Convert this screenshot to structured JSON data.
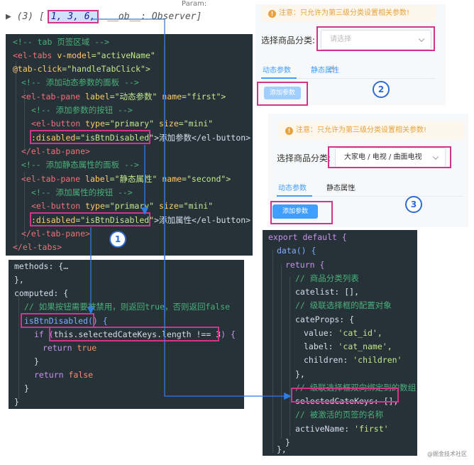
{
  "console": {
    "line": "▶ (3) [1, 3, 6, __ob__: Observer]",
    "partial_label": "Param:",
    "prefix": "▶ (3) [",
    "highlight": "1, 3, 6,",
    "suffix": " __ob__: Observer]"
  },
  "template_code": {
    "l1": "<!-- tab 页签区域 -->",
    "l2a": "<el-tabs ",
    "l2b": "v-model",
    "l2c": "=\"activeName\"",
    "l3a": "@tab-click",
    "l3b": "=\"handleTabClick\">",
    "l4": "<!-- 添加动态参数的面板 -->",
    "l5a": "<el-tab-pane ",
    "l5b": "label",
    "l5c": "=\"动态参数\" ",
    "l5d": "name",
    "l5e": "=\"first\">",
    "l6": "<!-- 添加参数的按钮 -->",
    "l7a": "<el-button ",
    "l7b": "type",
    "l7c": "=\"primary\" ",
    "l7d": "size",
    "l7e": "=\"mini\"",
    "l8a": ":disabled",
    "l8b": "=\"isBtnDisabled\"",
    "l8c": ">添加参数</el-button>",
    "l9": "</el-tab-pane>",
    "l10": "<!-- 添加静态属性的面板 -->",
    "l11a": "<el-tab-pane ",
    "l11b": "label",
    "l11c": "=\"静态属性\" ",
    "l11d": "name",
    "l11e": "=\"second\">",
    "l12": "<!-- 添加属性的按钮 -->",
    "l13a": "<el-button ",
    "l13b": "type",
    "l13c": "=\"primary\" ",
    "l13d": "size",
    "l13e": "=\"mini\"",
    "l14a": ":disabled",
    "l14b": "=\"isBtnDisabled\"",
    "l14c": ">添加属性</el-button>",
    "l15": "</el-tab-pane>",
    "l16": "</el-tabs>"
  },
  "computed_code": {
    "l1": "methods: {…",
    "l2": "},",
    "l3": "computed: {",
    "l4": "// 如果按钮需要被禁用，则返回true，否则返回false",
    "l5": "isBtnDisabled() {",
    "l6a": "if (",
    "l6b": "this.selectedCateKeys.length !== 3",
    "l6c": ") {",
    "l7a": "return ",
    "l7b": "true",
    "l8": "}",
    "l9a": "return ",
    "l9b": "false",
    "l10": "}",
    "l11": "}"
  },
  "data_code": {
    "l1": "export default {",
    "l2": "data() {",
    "l3": "return {",
    "l4": "// 商品分类列表",
    "l5": "catelist: [],",
    "l6": "// 级联选择框的配置对象",
    "l7": "cateProps: {",
    "l8a": "value: ",
    "l8b": "'cat_id',",
    "l9a": "label: ",
    "l9b": "'cat_name',",
    "l10a": "children: ",
    "l10b": "'children'",
    "l11": "},",
    "l12": "// 级联选择框双向绑定到的数组",
    "l13": "selectedCateKeys: [],",
    "l14": "// 被激活的页签的名称",
    "l15a": "activeName: ",
    "l15b": "'first'",
    "l16": "}",
    "l17": "},"
  },
  "ui_panel_2": {
    "notice": "注意：只允许为第三级分类设置相关参数!",
    "label": "选择商品分类:",
    "select_placeholder": "请选择",
    "tab_dynamic": "动态参数",
    "tab_static": "静态属性",
    "add_button": "添加参数",
    "badge": "2"
  },
  "ui_panel_3": {
    "notice": "注意：只允许为第三级分类设置相关参数!",
    "label": "选择商品分类:",
    "select_value": "大家电 / 电视 / 曲面电视",
    "tab_dynamic": "动态参数",
    "tab_static": "静态属性",
    "add_button": "添加参数",
    "badge": "3"
  },
  "badge_1": "1",
  "watermark": "@掘金技术社区",
  "colors": {
    "code_bg": "#263238",
    "highlight_box": "#d0358b",
    "arrow": "#2f7de1",
    "primary": "#409eff",
    "primary_disabled": "#a0cfff",
    "warning": "#e6a23c"
  }
}
